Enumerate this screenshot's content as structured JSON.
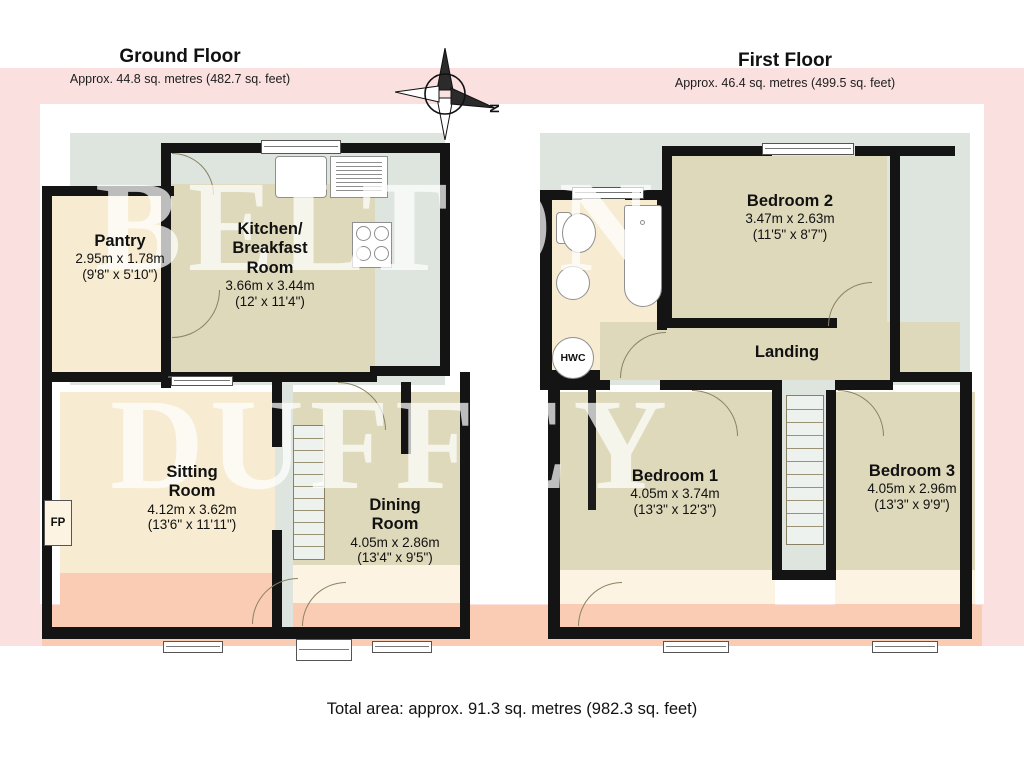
{
  "watermark": {
    "line1": "BELTON",
    "line2": "DUFFEY"
  },
  "compass": {
    "north_label": "N",
    "name": "compass-rose"
  },
  "floors": [
    {
      "id": "ground",
      "title": "Ground Floor",
      "subtitle": "Approx. 44.8 sq. metres (482.7 sq. feet)",
      "rooms": [
        {
          "name": "Pantry",
          "metric": "2.95m x 1.78m",
          "imperial": "(9'8\" x 5'10\")"
        },
        {
          "name": "Kitchen/",
          "name2": "Breakfast",
          "name3": "Room",
          "metric": "3.66m x 3.44m",
          "imperial": "(12' x 11'4\")"
        },
        {
          "name": "Sitting",
          "name2": "Room",
          "metric": "4.12m x 3.62m",
          "imperial": "(13'6\" x 11'11\")"
        },
        {
          "name": "Dining",
          "name2": "Room",
          "metric": "4.05m x 2.86m",
          "imperial": "(13'4\" x 9'5\")"
        }
      ],
      "badges": [
        {
          "label": "FP",
          "meaning": "fireplace"
        }
      ]
    },
    {
      "id": "first",
      "title": "First Floor",
      "subtitle": "Approx. 46.4 sq. metres (499.5 sq. feet)",
      "rooms": [
        {
          "name": "Bedroom 2",
          "metric": "3.47m x 2.63m",
          "imperial": "(11'5\" x 8'7\")"
        },
        {
          "name": "Landing",
          "metric": "",
          "imperial": ""
        },
        {
          "name": "Bedroom 1",
          "metric": "4.05m x 3.74m",
          "imperial": "(13'3\" x 12'3\")"
        },
        {
          "name": "Bedroom 3",
          "metric": "4.05m x 2.96m",
          "imperial": "(13'3\" x 9'9\")"
        }
      ],
      "badges": [
        {
          "label": "HWC",
          "meaning": "hot water cylinder"
        }
      ]
    }
  ],
  "footer": {
    "total_area": "Total area: approx. 91.3 sq. metres (982.3 sq. feet)"
  },
  "colors": {
    "wall": "#141414",
    "room_tan": "#ded9bb",
    "room_cream": "#f7ecd2",
    "room_grey": "#dde5de",
    "band_pink": "#fbe0e0",
    "band_salmon": "#fbccb4",
    "text": "#111111"
  }
}
